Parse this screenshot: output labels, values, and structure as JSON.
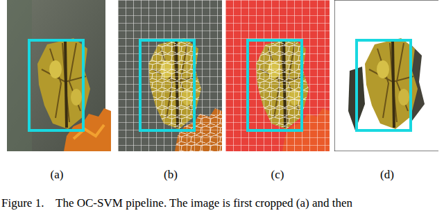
{
  "diagram": {
    "caption": "Figure 1.    The OC-SVM pipeline. The image is first cropped (a) and then",
    "labels": [
      "(a)",
      "(b)",
      "(c)",
      "(d)"
    ]
  }
}
